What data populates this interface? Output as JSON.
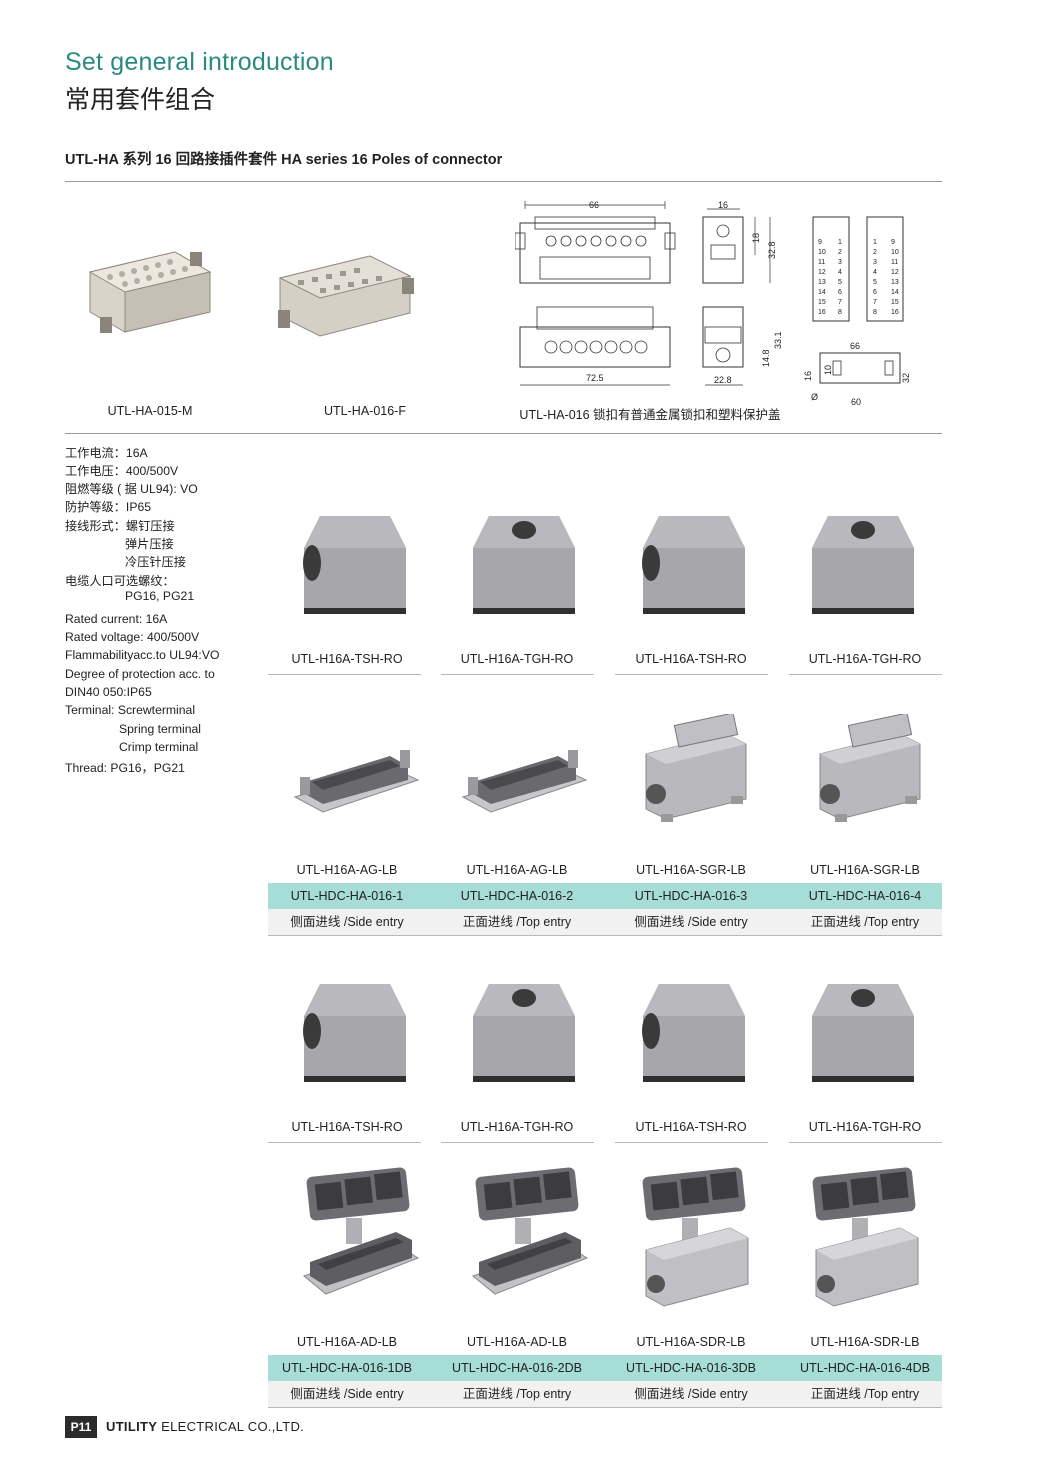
{
  "header": {
    "title_en": "Set general introduction",
    "title_cn": "常用套件组合",
    "subtitle": "UTL-HA 系列 16 回路接插件套件  HA series 16 Poles of connector"
  },
  "top_products": {
    "male_label": "UTL-HA-015-M",
    "female_label": "UTL-HA-016-F",
    "drawing_label": "UTL-HA-016 锁扣有普通金属锁扣和塑料保护盖",
    "dimensions": {
      "d66_top": "66",
      "d16": "16",
      "d18": "18",
      "d32_8": "32.8",
      "d72_5": "72.5",
      "d22_8": "22.8",
      "d14_8": "14.8",
      "d33_1": "33.1",
      "d66_right": "66",
      "d60": "60",
      "d32": "32",
      "d16_side": "16",
      "d10": "10",
      "phi": "Ø"
    },
    "pin_left": [
      "9",
      "10",
      "11",
      "12",
      "13",
      "14",
      "15",
      "16"
    ],
    "pin_left_r": [
      "1",
      "2",
      "3",
      "4",
      "5",
      "6",
      "7",
      "8"
    ],
    "pin_right_l": [
      "1",
      "2",
      "3",
      "4",
      "5",
      "6",
      "7",
      "8"
    ],
    "pin_right": [
      "9",
      "10",
      "11",
      "12",
      "13",
      "14",
      "15",
      "16"
    ]
  },
  "specs": {
    "cn": [
      "工作电流：16A",
      "工作电压：400/500V",
      "阻燃等级 ( 据 UL94): VO",
      "防护等级：IP65",
      "接线形式：螺钉压接",
      "弹片压接",
      "冷压针压接",
      "电缆人口可选螺纹：",
      "PG16, PG21"
    ],
    "en": [
      "Rated current: 16A",
      "Rated voltage: 400/500V",
      "Flammabilityacc.to UL94:VO",
      "Degree of protection acc. to",
      "DIN40 050:IP65",
      "Terminal: Screwterminal",
      "Spring terminal",
      "Crimp terminal",
      "Thread: PG16，PG21"
    ]
  },
  "section1": {
    "hood_labels": [
      "UTL-H16A-TSH-RO",
      "UTL-H16A-TGH-RO",
      "UTL-H16A-TSH-RO",
      "UTL-H16A-TGH-RO"
    ],
    "base_labels": [
      "UTL-H16A-AG-LB",
      "UTL-H16A-AG-LB",
      "UTL-H16A-SGR-LB",
      "UTL-H16A-SGR-LB"
    ],
    "kit_codes": [
      "UTL-HDC-HA-016-1",
      "UTL-HDC-HA-016-2",
      "UTL-HDC-HA-016-3",
      "UTL-HDC-HA-016-4"
    ],
    "entries": [
      "侧面进线 /Side entry",
      "正面进线 /Top entry",
      "侧面进线 /Side entry",
      "正面进线 /Top entry"
    ]
  },
  "section2": {
    "hood_labels": [
      "UTL-H16A-TSH-RO",
      "UTL-H16A-TGH-RO",
      "UTL-H16A-TSH-RO",
      "UTL-H16A-TGH-RO"
    ],
    "base_labels": [
      "UTL-H16A-AD-LB",
      "UTL-H16A-AD-LB",
      "UTL-H16A-SDR-LB",
      "UTL-H16A-SDR-LB"
    ],
    "kit_codes": [
      "UTL-HDC-HA-016-1DB",
      "UTL-HDC-HA-016-2DB",
      "UTL-HDC-HA-016-3DB",
      "UTL-HDC-HA-016-4DB"
    ],
    "entries": [
      "侧面进线 /Side entry",
      "正面进线 /Top entry",
      "侧面进线 /Side entry",
      "正面进线 /Top entry"
    ]
  },
  "footer": {
    "page": "P11",
    "company_bold": "UTILITY",
    "company_rest": "ELECTRICAL CO.,LTD."
  },
  "colors": {
    "accent": "#2a8a82",
    "teal_band": "#a6ddd6",
    "hood_gray": "#a7a7ab"
  }
}
